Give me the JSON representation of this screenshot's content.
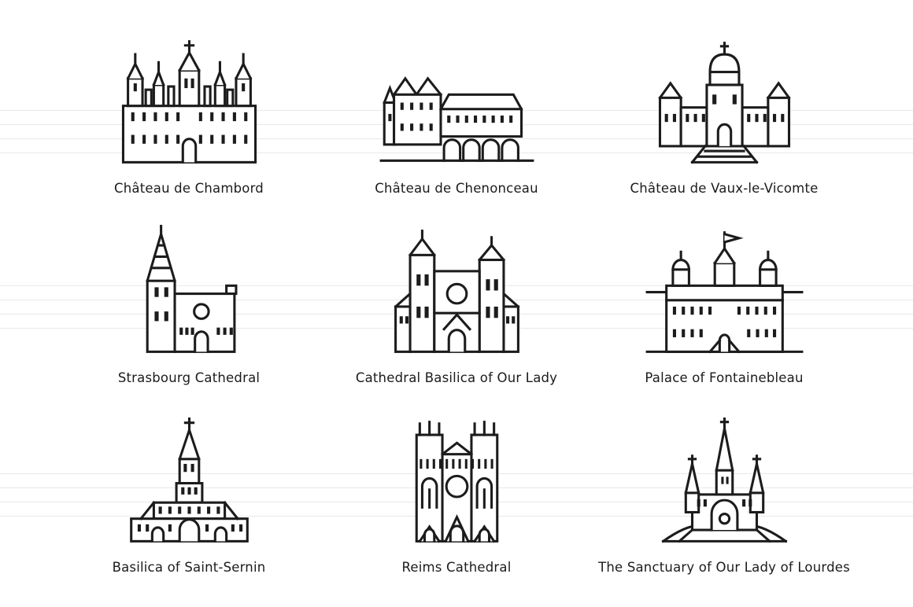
{
  "theme": {
    "background_color": "#ffffff",
    "line_art_color": "#1c1c1c",
    "label_color": "#1b1b1b",
    "guide_line_color": "#e8e8e8"
  },
  "items": [
    {
      "label": "Château de Chambord",
      "icon": "chateau-de-chambord-icon"
    },
    {
      "label": "Château de Chenonceau",
      "icon": "chateau-de-chenonceau-icon"
    },
    {
      "label": "Château de Vaux-le-Vicomte",
      "icon": "chateau-de-vaux-le-vicomte-icon"
    },
    {
      "label": "Strasbourg Cathedral",
      "icon": "strasbourg-cathedral-icon"
    },
    {
      "label": "Cathedral Basilica of Our Lady",
      "icon": "cathedral-basilica-of-our-lady-icon"
    },
    {
      "label": "Palace of Fontainebleau",
      "icon": "palace-of-fontainebleau-icon"
    },
    {
      "label": "Basilica of Saint-Sernin",
      "icon": "basilica-of-saint-sernin-icon"
    },
    {
      "label": "Reims Cathedral",
      "icon": "reims-cathedral-icon"
    },
    {
      "label": "The Sanctuary of Our Lady of Lourdes",
      "icon": "the-sanctuary-of-our-lady-of-lourdes-icon"
    }
  ]
}
